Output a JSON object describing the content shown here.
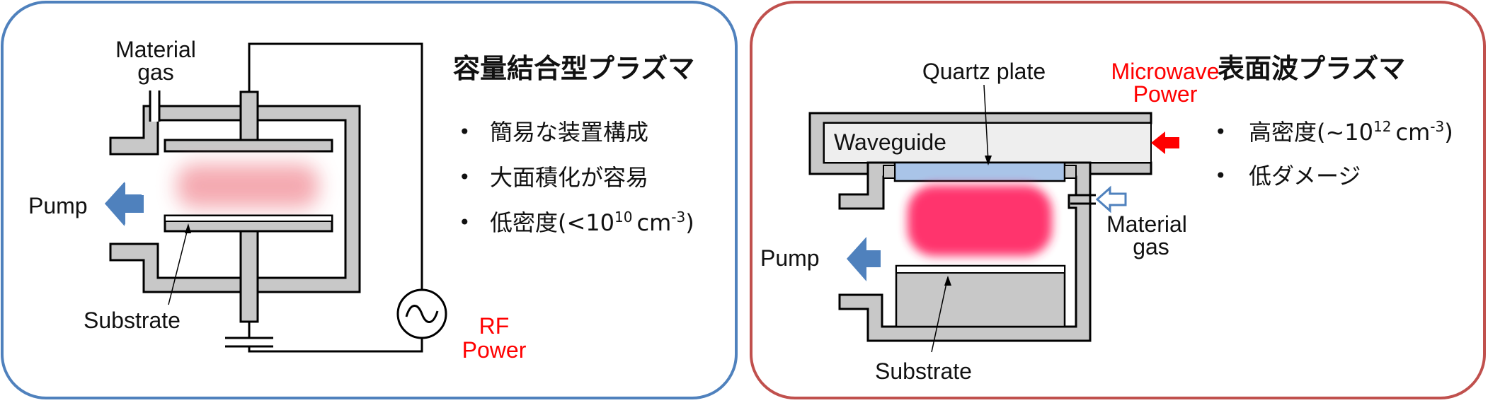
{
  "colors": {
    "left_border": "#4f81bd",
    "right_border": "#c0504d",
    "chamber_fill": "#c8c8c8",
    "chamber_stroke": "#000000",
    "pump_arrow": "#4f81bd",
    "microwave_arrow": "#ff0000",
    "rf_text": "#ff0000",
    "plasma_weak": "#f4a6ad",
    "plasma_strong": "#ff2a66",
    "quartz": "#a9c4e8"
  },
  "left": {
    "title": "容量結合型プラズマ",
    "material_gas_line1": "Material",
    "material_gas_line2": "gas",
    "pump": "Pump",
    "substrate": "Substrate",
    "rf_line1": "RF",
    "rf_line2": "Power",
    "bullet_mark": "•",
    "bullet1": "簡易な装置構成",
    "bullet2": "大面積化が容易",
    "bullet3_prefix": "低密度(<10",
    "bullet3_exp1": "10",
    "bullet3_mid": "cm",
    "bullet3_exp2": "-3",
    "bullet3_suffix": ")"
  },
  "right": {
    "title": "表面波プラズマ",
    "quartz_plate": "Quartz plate",
    "waveguide": "Waveguide",
    "microwave_line1": "Microwave",
    "microwave_line2": "Power",
    "material_gas_line1": "Material",
    "material_gas_line2": "gas",
    "pump": "Pump",
    "substrate": "Substrate",
    "bullet_mark": "•",
    "bullet1_prefix": "高密度(~10",
    "bullet1_exp1": "12",
    "bullet1_mid": "cm",
    "bullet1_exp2": "-3",
    "bullet1_suffix": ")",
    "bullet2": "低ダメージ"
  }
}
